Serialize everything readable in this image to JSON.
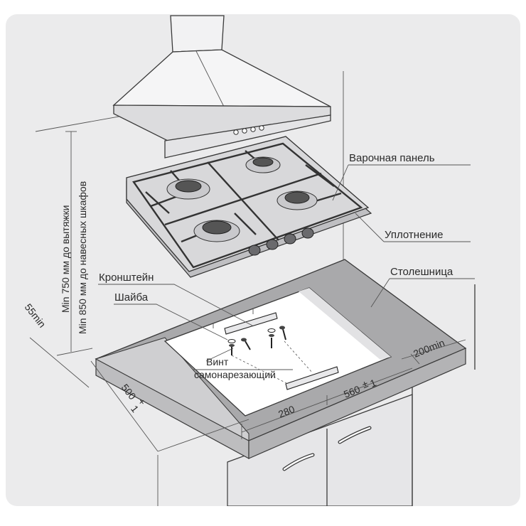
{
  "labels": {
    "hob": "Варочная панель",
    "seal": "Уплотнение",
    "countertop": "Столешница",
    "bracket": "Кронштейн",
    "washer": "Шайба",
    "screw_line1": "Винт",
    "screw_line2": "самонарезающий"
  },
  "clearances": {
    "hood": "Min 750 мм до вытяжки",
    "cabinets": "Min 850 мм до навесных шкафов"
  },
  "dimensions": {
    "front_gap": "55min",
    "rear_gap": "200min",
    "cutout_depth": "500",
    "cutout_depth_tol": "+",
    "cutout_depth_tol_val": "1",
    "cutout_width": "560",
    "cutout_width_tol": "±",
    "cutout_width_tol_val": "1",
    "half_width": "280"
  },
  "colors": {
    "background": "#ebebec",
    "countertop_top": "#a9a9ab",
    "countertop_edge": "#bdbdbf",
    "cutout": "#ffffff",
    "hob_body": "#d6d6d8",
    "line": "#3a3a3a"
  }
}
